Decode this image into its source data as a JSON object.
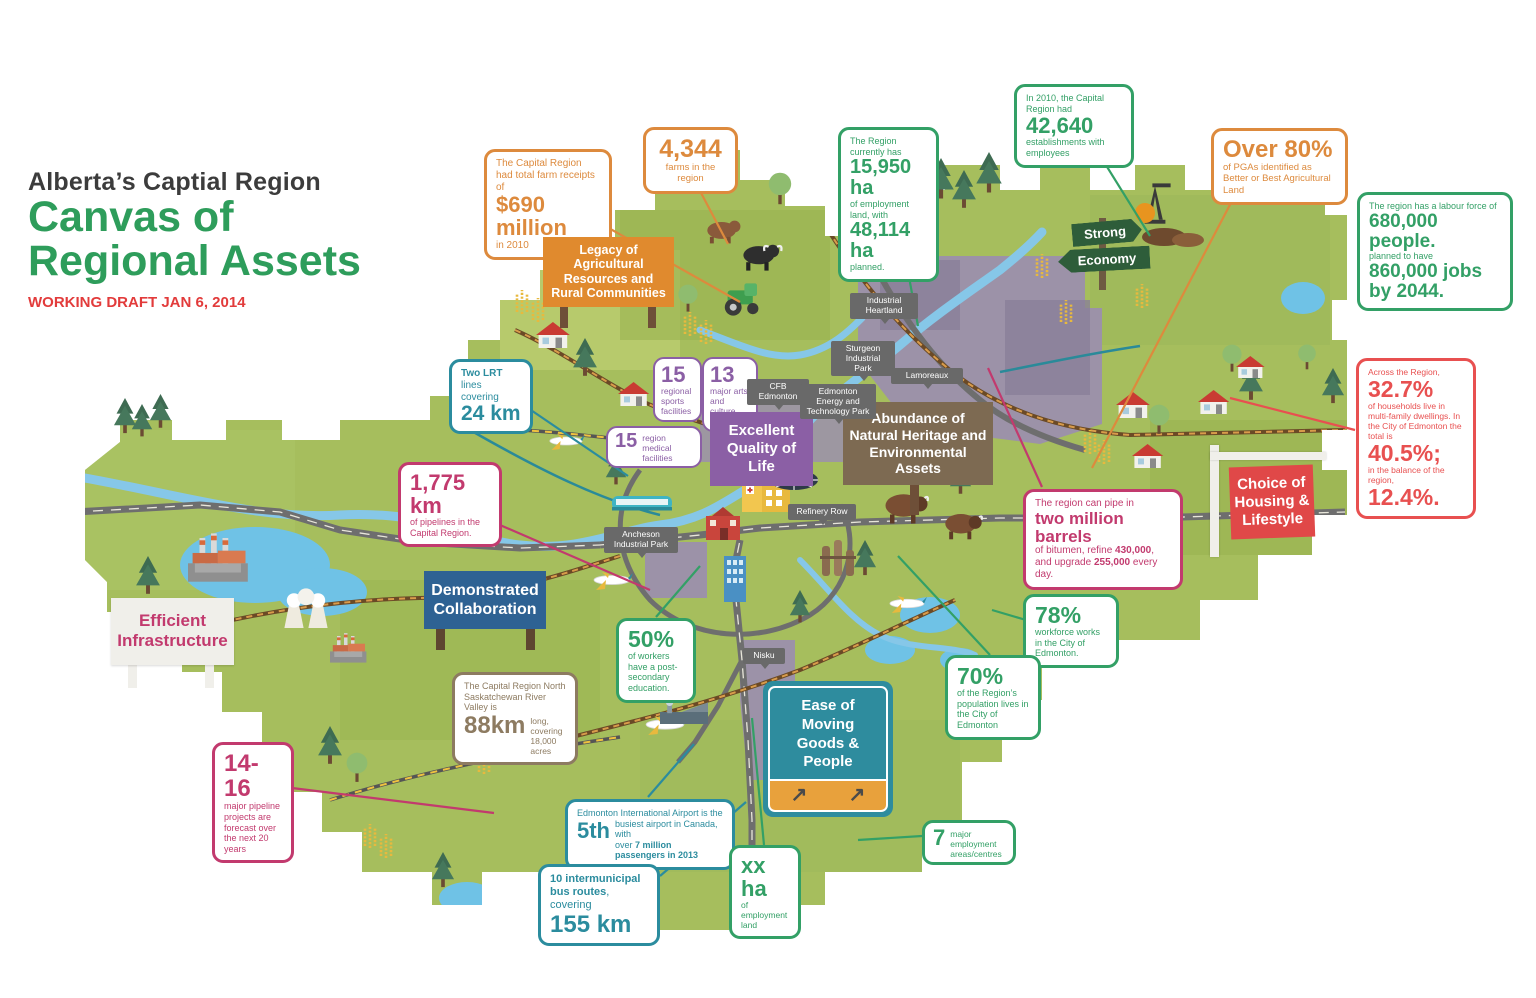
{
  "header": {
    "supertitle": "Alberta’s Captial Region",
    "title_line1": "Canvas of",
    "title_line2": "Regional Assets",
    "draft": "WORKING DRAFT JAN 6, 2014"
  },
  "colors": {
    "orange": "#dd8a3d",
    "green": "#33a066",
    "teal": "#2b8c9e",
    "purple": "#8b5fa5",
    "red": "#e85050",
    "pink": "#c23a6e",
    "tan": "#8d7b61",
    "sign_blue": "#2e6293",
    "sign_brown": "#7d6a52",
    "sign_orange": "#e08a2e",
    "sign_green": "#2e5d3a",
    "land_green": "#a6be5d"
  },
  "icons": {
    "sign_arrow": "↗"
  },
  "callouts": {
    "farm_receipts": {
      "pre": "The Capital Region had total farm receipts of",
      "big": "$690 million",
      "post": "in 2010"
    },
    "farms": {
      "big": "4,344",
      "post": "farms in the region"
    },
    "employment_land": {
      "pre": "The Region currently has",
      "big1": "15,950 ha",
      "mid": "of employment land, with",
      "big2": "48,114 ha",
      "post": "planned."
    },
    "establishments": {
      "pre": "In 2010, the Capital Region had",
      "big": "42,640",
      "post": "establishments with employees"
    },
    "pgas": {
      "big": "Over 80%",
      "post": "of PGAs identified as Better or Best Agricultural Land"
    },
    "labour_force": {
      "pre": "The region has a labour force of",
      "big1": "680,000 people.",
      "mid": "planned to have",
      "big2": "860,000 jobs",
      "big3": "by 2044."
    },
    "lrt": {
      "bold_pre": "Two LRT",
      "pre2": " lines",
      "mid": "covering",
      "big": "24 km"
    },
    "sports": {
      "big": "15",
      "post": "regional sports facilities"
    },
    "arts": {
      "big": "13",
      "post": "major arts and culture venues"
    },
    "medical": {
      "big": "15",
      "post": "region medical facilities"
    },
    "housing": {
      "pre": "Across the Region,",
      "big1": "32.7%",
      "mid1": "of households live in multi-family dwellings. In the City of Edmonton the total is",
      "big2": "40.5%;",
      "mid2": "in the balance of the region,",
      "big3": "12.4%."
    },
    "pipelines": {
      "big": "1,775 km",
      "post": "of pipelines in the Capital Region."
    },
    "bitumen": {
      "pre": "The region can pipe in",
      "big": "two million barrels",
      "t1": "of bitumen, refine ",
      "b1": "430,000",
      "t2": ", and upgrade ",
      "b2": "255,000",
      "t3": " every day."
    },
    "workforce": {
      "big": "78%",
      "post": "workforce works in the City of Edmonton."
    },
    "population": {
      "big": "70%",
      "post": "of the Region’s population lives in the City of Edmonton"
    },
    "education": {
      "big": "50%",
      "post": "of workers have a post-secondary education."
    },
    "river_valley": {
      "pre": "The Capital Region North Saskatchewan River Valley is",
      "big": "88km",
      "post": "long, covering 18,000 acres"
    },
    "pipeline_projects": {
      "big": "14-16",
      "post": "major pipeline projects are forecast over the next 20 years"
    },
    "airport": {
      "pre": "Edmonton International Airport is the",
      "big": "5th",
      "post_a": "busiest airport in Canada, with",
      "post_b": "over ",
      "bold_b": "7 million passengers in 2013"
    },
    "bus": {
      "bold_pre": "10 intermunicipal bus routes",
      "pre2": ", covering",
      "big": "155 km"
    },
    "employment_ha": {
      "big": "xx ha",
      "post": "of employment land"
    },
    "employment_areas": {
      "big": "7",
      "post": "major employment areas/centres"
    }
  },
  "signs": {
    "legacy": "Legacy of Agricultural Resources and Rural Communities",
    "strong": "Strong",
    "economy": "Economy",
    "quality": "Excellent Quality of Life",
    "abundance": "Abundance of Natural Heritage and Environmental Assets",
    "housing_sign": "Choice of Housing & Lifestyle",
    "collaboration": "Demonstrated Collaboration",
    "infrastructure": "Efficient Infrastructure",
    "moving_line1": "Ease of Moving",
    "moving_line2": "Goods & People"
  },
  "map_labels": {
    "industrial_heartland": "Industrial Heartland",
    "sturgeon": "Sturgeon Industrial Park",
    "lamoreaux": "Lamoreaux",
    "cfb": "CFB Edmonton",
    "eetp": "Edmonton Energy and Technology Park",
    "refinery_row": "Refinery Row",
    "acheson": "Ancheson Industrial Park",
    "nisku": "Nisku"
  }
}
